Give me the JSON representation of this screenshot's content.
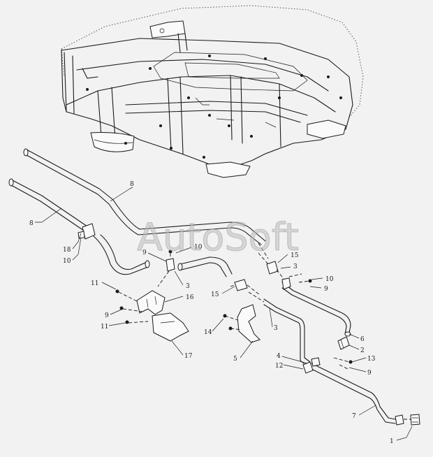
{
  "watermark": "AutoSoft",
  "callouts": {
    "c8a": "8",
    "c8b": "8",
    "c18": "18",
    "c10a": "10",
    "c9a": "9",
    "c10b": "10",
    "c3a": "3",
    "c15a": "15",
    "c3b": "3",
    "c10c": "10",
    "c9b": "9",
    "c11a": "11",
    "c16": "16",
    "c15b": "15",
    "c9c": "9",
    "c11b": "11",
    "c3c": "3",
    "c14": "14",
    "c17": "17",
    "c5": "5",
    "c6": "6",
    "c2": "2",
    "c4": "4",
    "c13": "13",
    "c12": "12",
    "c9d": "9",
    "c7": "7",
    "c1": "1"
  }
}
